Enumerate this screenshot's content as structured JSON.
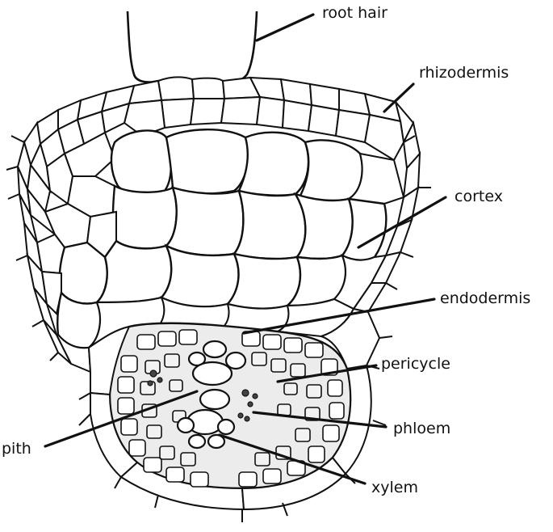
{
  "diagram": {
    "labels": {
      "root_hair": "root hair",
      "rhizodermis": "rhizodermis",
      "cortex": "cortex",
      "endodermis": "endodermis",
      "pericycle": "pericycle",
      "phloem": "phloem",
      "xylem": "xylem",
      "pith": "pith"
    }
  }
}
